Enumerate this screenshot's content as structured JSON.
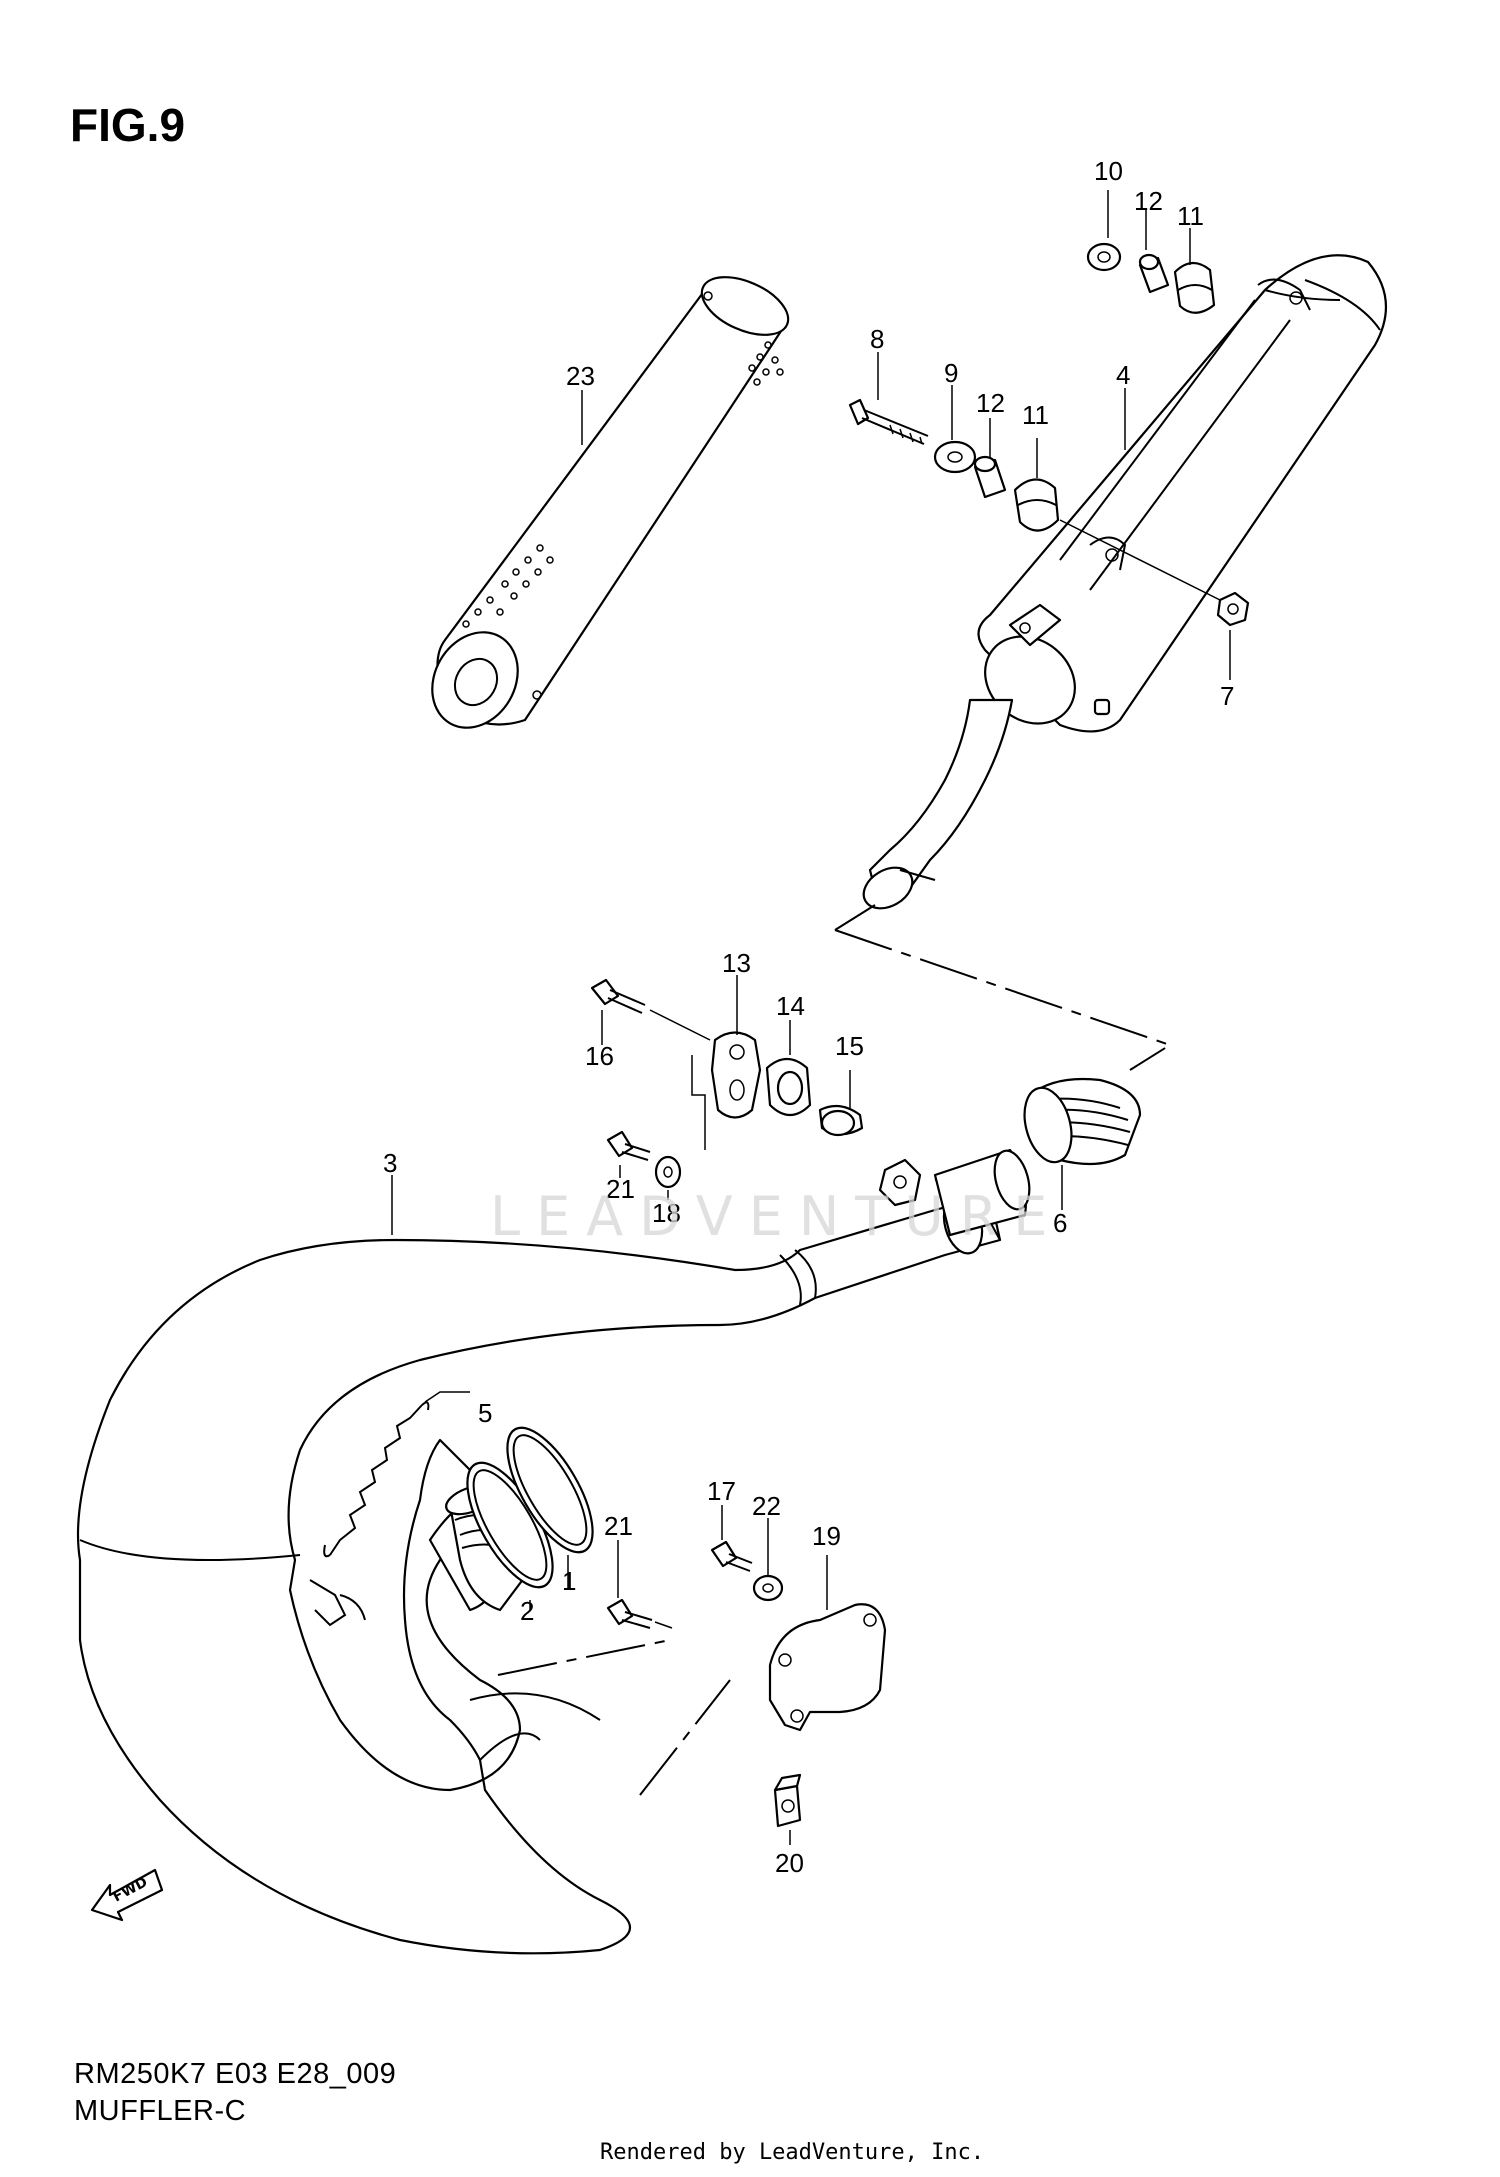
{
  "figure": {
    "title": "FIG.9",
    "diagram_code": "RM250K7 E03 E28_009",
    "diagram_name": "MUFFLER-C",
    "rendered_by": "Rendered by LeadVenture, Inc.",
    "watermark": "LEADVENTURE",
    "direction_label": "FWD"
  },
  "callouts": [
    "1",
    "2",
    "3",
    "4",
    "5",
    "6",
    "7",
    "8",
    "9",
    "10",
    "11",
    "12",
    "13",
    "14",
    "15",
    "16",
    "17",
    "18",
    "19",
    "20",
    "21",
    "22",
    "23"
  ],
  "callout_labels": [
    "10",
    "12",
    "11",
    "8",
    "9",
    "12",
    "11",
    "4",
    "23",
    "7",
    "13",
    "14",
    "15",
    "16",
    "21",
    "18",
    "3",
    "6",
    "5",
    "17",
    "22",
    "21",
    "19",
    "2",
    "1",
    "20"
  ],
  "colors": {
    "ink": "#000000",
    "background": "#ffffff",
    "watermark": "#d6d6d6"
  }
}
